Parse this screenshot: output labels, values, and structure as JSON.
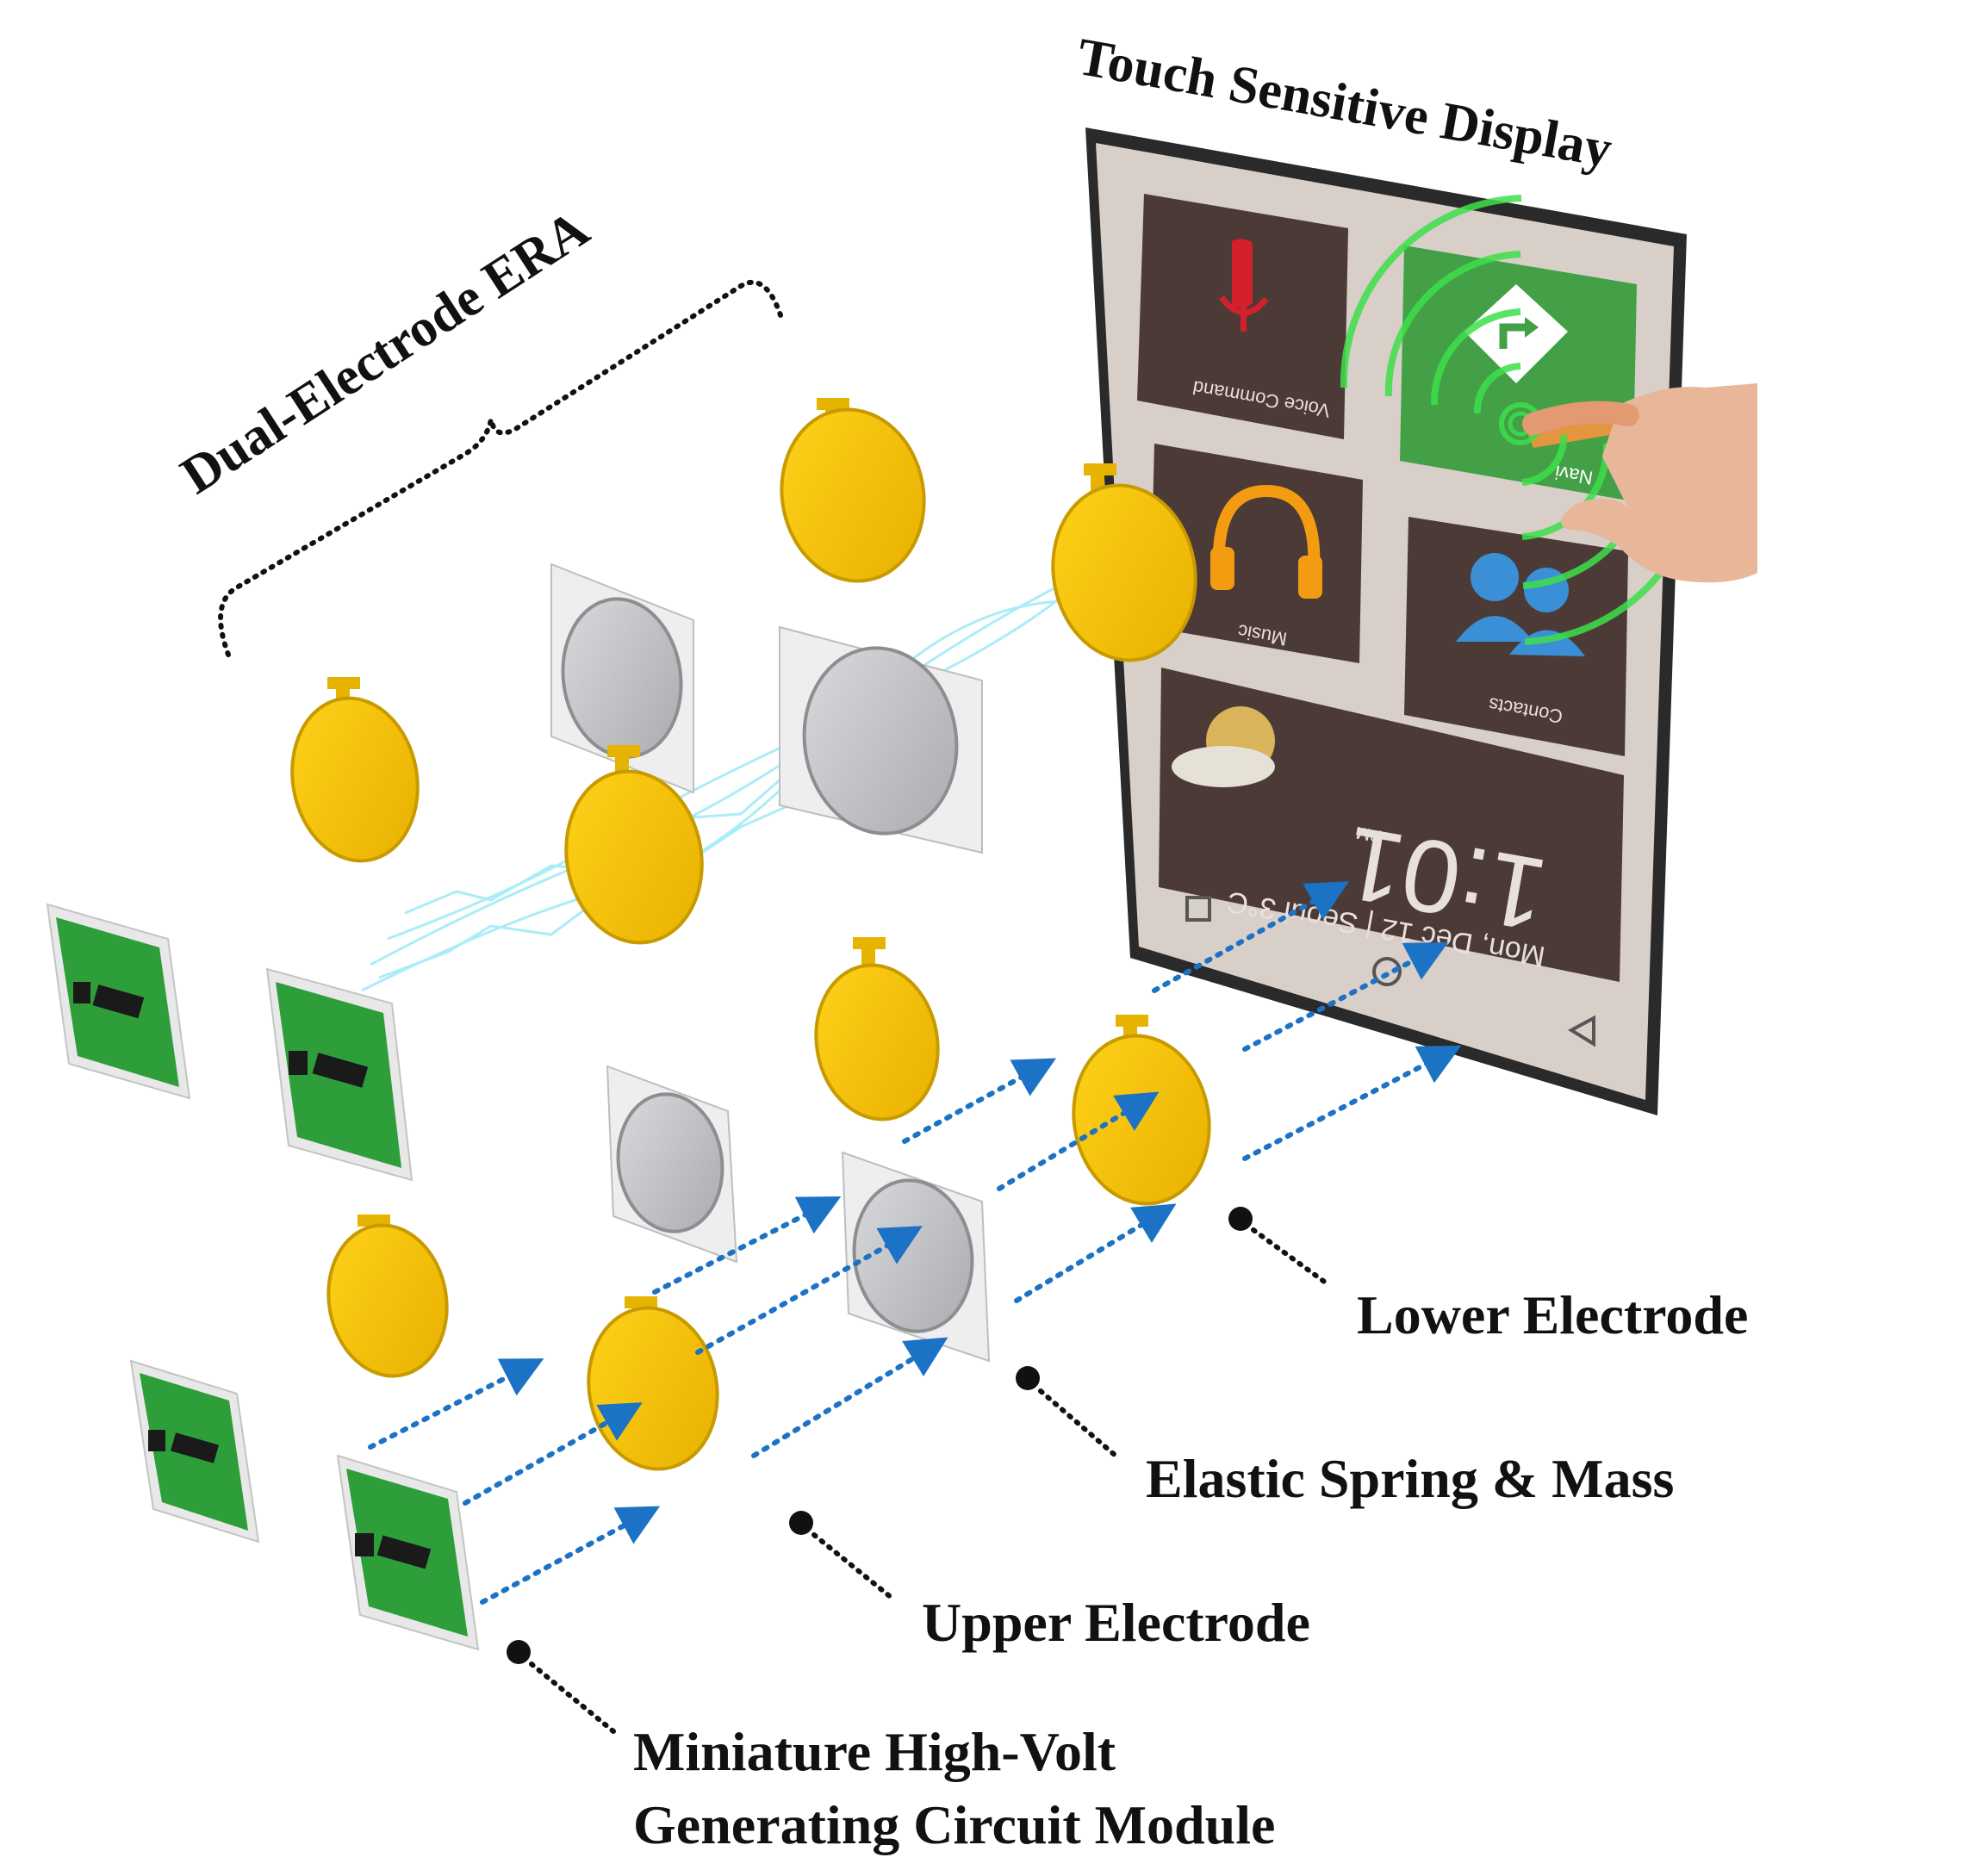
{
  "labels": {
    "touch_display": "Touch Sensitive Display",
    "dual_electrode": "Dual-Electrode ERA",
    "lower_electrode": "Lower Electrode",
    "elastic_spring": "Elastic Spring & Mass",
    "upper_electrode": "Upper Electrode",
    "circuit_line1": "Miniature High-Volt",
    "circuit_line2": "Generating Circuit Module"
  },
  "screen": {
    "voice_command": "Voice Command",
    "navigation": "Navi",
    "music": "Music",
    "contacts": "Contacts",
    "time": "1:01",
    "ampm": "PM",
    "date_weather": "Mon, Dec 12 | Seoul 3°C"
  },
  "colors": {
    "electrode_gold": "#f5c200",
    "pcb_green": "#2e9e3a",
    "arrow_blue": "#1c72c4",
    "ripple_green": "#3de04a",
    "spark_cyan": "#8fe7f5"
  }
}
